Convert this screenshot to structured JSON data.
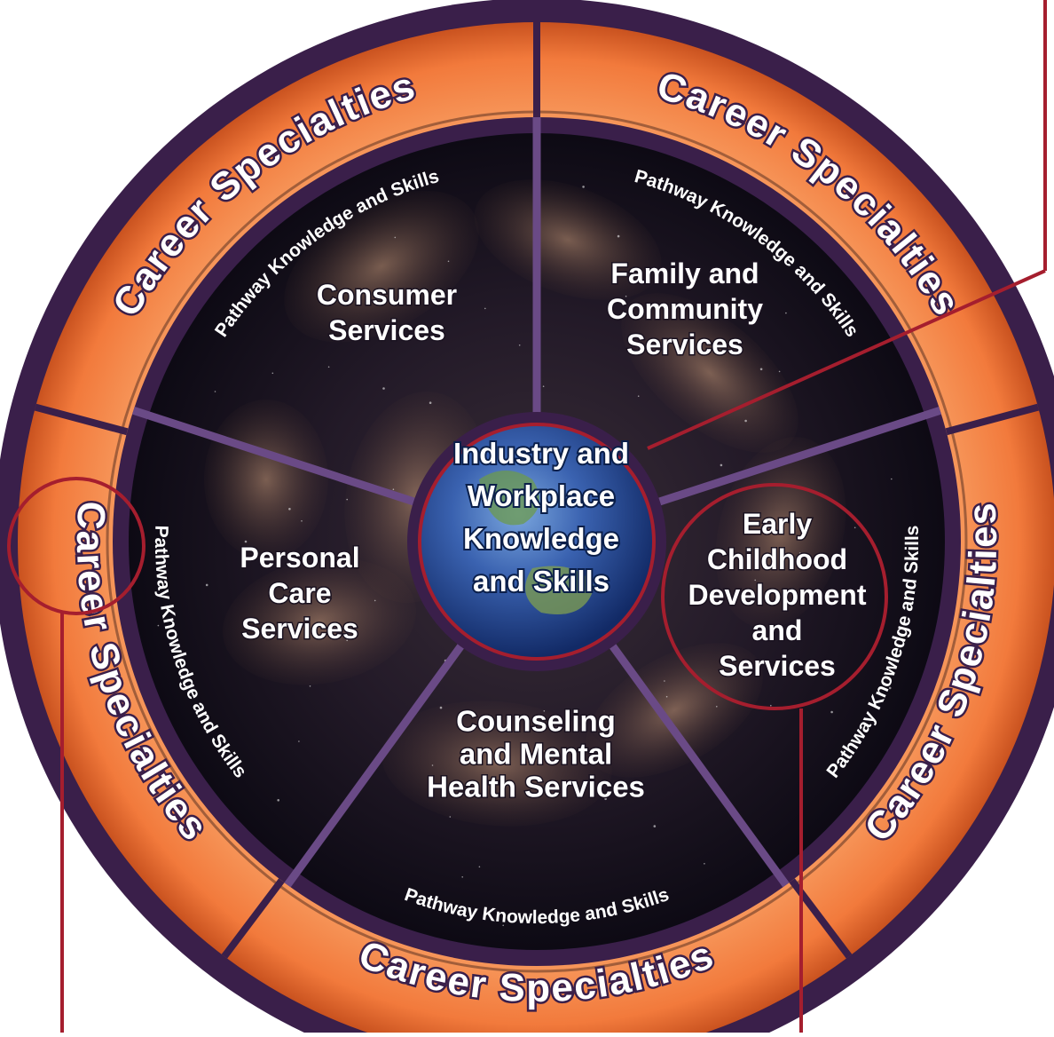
{
  "center": {
    "lines": [
      "Industry and",
      "Workplace",
      "Knowledge",
      "and Skills"
    ]
  },
  "segments": [
    {
      "id": "consumer",
      "lines": [
        "Consumer",
        "Services"
      ]
    },
    {
      "id": "family",
      "lines": [
        "Family and",
        "Community",
        "Services"
      ]
    },
    {
      "id": "early",
      "lines": [
        "Early",
        "Childhood",
        "Development",
        "and",
        "Services"
      ]
    },
    {
      "id": "counseling",
      "lines": [
        "Counseling",
        "and Mental",
        "Health Services"
      ]
    },
    {
      "id": "personal",
      "lines": [
        "Personal",
        "Care",
        "Services"
      ]
    }
  ],
  "ring_labels": {
    "outer": "Career Specialties",
    "inner": "Pathway Knowledge and Skills"
  },
  "colors": {
    "rim": "#3a1f4a",
    "divider": "#6a4a86",
    "orange": "#f2834a",
    "orange_dark": "#d9622c",
    "dark_field": "#151020",
    "callout": "#a51e2e",
    "text": "#ffffff"
  }
}
